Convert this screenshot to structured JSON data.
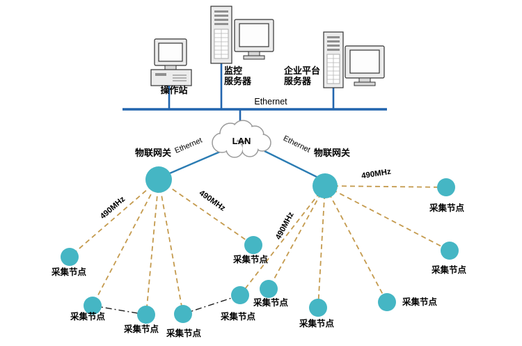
{
  "colors": {
    "node_fill": "#45b6c4",
    "bus": "#2265ae",
    "link": "#2b7cb3",
    "dashed": "#c49a4d",
    "dashdot": "#1a1a1a",
    "cloud_stroke": "#9a9a9a",
    "device_stroke": "#333333"
  },
  "labels": {
    "ethernet_bus": "Ethernet",
    "lan": "LAN",
    "ethernet_left": "Ethernet",
    "ethernet_right": "Ethernet",
    "gateway_left": "物联网关",
    "gateway_right": "物联网关",
    "rf_left": "490MHz",
    "rf_mid_left": "490MHz",
    "rf_mid_right": "490MHz",
    "rf_right": "490MHz",
    "operator_station": "操作站",
    "monitor_server_line1": "监控",
    "monitor_server_line2": "服务器",
    "enterprise_server_line1": "企业平台",
    "enterprise_server_line2": "服务器"
  },
  "nodes": [
    {
      "label": "采集节点"
    },
    {
      "label": "采集节点"
    },
    {
      "label": "采集节点"
    },
    {
      "label": "采集节点"
    },
    {
      "label": "采集节点"
    },
    {
      "label": "采集节点"
    },
    {
      "label": "采集节点"
    },
    {
      "label": "采集节点"
    },
    {
      "label": "采集节点"
    },
    {
      "label": "采集节点"
    },
    {
      "label": "采集节点"
    }
  ]
}
